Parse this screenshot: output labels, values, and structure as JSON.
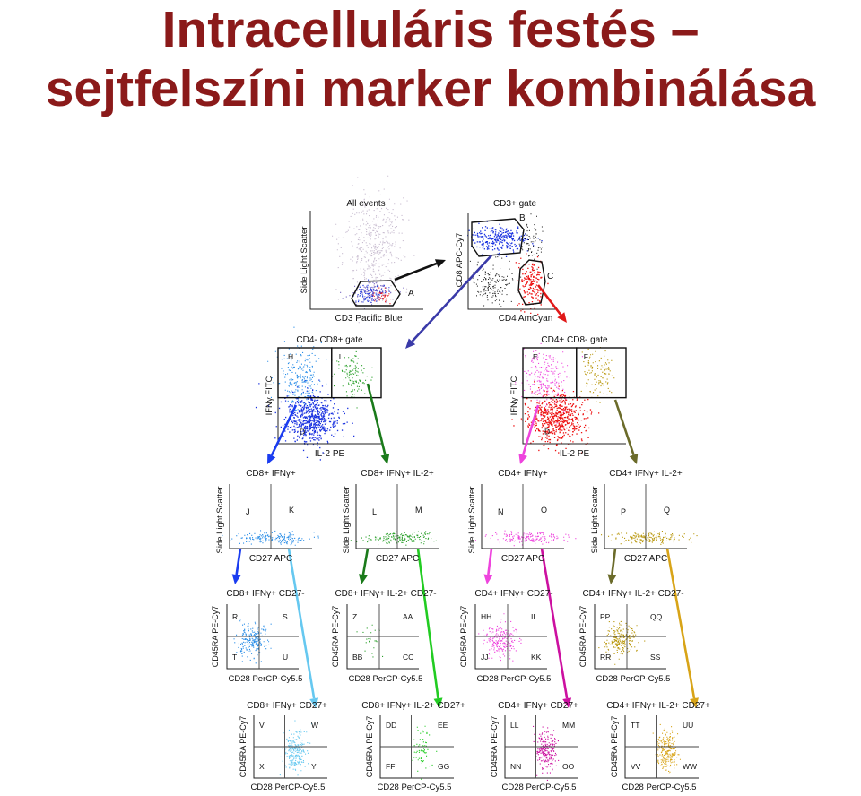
{
  "title": {
    "line1": "Intracelluláris festés –",
    "line2": "sejtfelszíni marker kombinálása"
  },
  "colors": {
    "title": "#8b1a1a",
    "cd8_blue": "#1a32e0",
    "cd8_ifn": "#2a8ee8",
    "cd8_ifn_il2": "#2aa02a",
    "cd4_red": "#ee1111",
    "cd4_ifn": "#ee44dd",
    "cd4_ifn_il2": "#b8960a",
    "light_cyan": "#66c8f0",
    "bright_green": "#22cc22",
    "magenta": "#cc10a0",
    "olive": "#6b6b2a",
    "gold": "#d8a418"
  },
  "panels": {
    "all_events": {
      "title": "All events",
      "ylabel": "Side Light Scatter",
      "xlabel": "CD3 Pacific Blue",
      "gates": [
        "A"
      ]
    },
    "cd3": {
      "title": "CD3+ gate",
      "ylabel": "CD8 APC-Cy7",
      "xlabel": "CD4 AmCyan",
      "gates": [
        "B",
        "C"
      ]
    },
    "cd8": {
      "title": "CD4- CD8+ gate",
      "ylabel": "IFNγ FITC",
      "xlabel": "IL-2 PE",
      "gates": [
        "H",
        "I",
        "D"
      ]
    },
    "cd4": {
      "title": "CD4+ CD8- gate",
      "ylabel": "IFNγ FITC",
      "xlabel": "IL-2 PE",
      "gates": [
        "E",
        "F",
        "D"
      ]
    },
    "r3": [
      {
        "title": "CD8+ IFNγ+",
        "ylabel": "Side Light Scatter",
        "xlabel": "CD27 APC",
        "q": [
          "J",
          "K"
        ]
      },
      {
        "title": "CD8+ IFNγ+ IL-2+",
        "ylabel": "Side Light Scatter",
        "xlabel": "CD27 APC",
        "q": [
          "L",
          "M"
        ]
      },
      {
        "title": "CD4+ IFNγ+",
        "ylabel": "Side Light Scatter",
        "xlabel": "CD27 APC",
        "q": [
          "N",
          "O"
        ]
      },
      {
        "title": "CD4+ IFNγ+ IL-2+",
        "ylabel": "Side Light Scatter",
        "xlabel": "CD27 APC",
        "q": [
          "P",
          "Q"
        ]
      }
    ],
    "r4": [
      {
        "title": "CD8+ IFNγ+ CD27-",
        "ylabel": "CD45RA PE-Cy7",
        "xlabel": "CD28 PerCP-Cy5.5",
        "q": [
          "R",
          "S",
          "T",
          "U"
        ]
      },
      {
        "title": "CD8+ IFNγ+ IL-2+ CD27-",
        "ylabel": "CD45RA PE-Cy7",
        "xlabel": "CD28 PerCP-Cy5.5",
        "q": [
          "Z",
          "AA",
          "BB",
          "CC"
        ]
      },
      {
        "title": "CD4+ IFNγ+ CD27-",
        "ylabel": "CD45RA PE-Cy7",
        "xlabel": "CD28 PerCP-Cy5.5",
        "q": [
          "HH",
          "II",
          "JJ",
          "KK"
        ]
      },
      {
        "title": "CD4+ IFNγ+ IL-2+ CD27-",
        "ylabel": "CD45RA PE-Cy7",
        "xlabel": "CD28 PerCP-Cy5.5",
        "q": [
          "PP",
          "QQ",
          "RR",
          "SS"
        ]
      }
    ],
    "r5": [
      {
        "title": "CD8+ IFNγ+ CD27+",
        "ylabel": "CD45RA PE-Cy7",
        "xlabel": "CD28 PerCP-Cy5.5",
        "q": [
          "V",
          "W",
          "X",
          "Y"
        ]
      },
      {
        "title": "CD8+ IFNγ+ IL-2+ CD27+",
        "ylabel": "CD45RA PE-Cy7",
        "xlabel": "CD28 PerCP-Cy5.5",
        "q": [
          "DD",
          "EE",
          "FF",
          "GG"
        ]
      },
      {
        "title": "CD4+ IFNγ+ CD27+",
        "ylabel": "CD45RA PE-Cy7",
        "xlabel": "CD28 PerCP-Cy5.5",
        "q": [
          "LL",
          "MM",
          "NN",
          "OO"
        ]
      },
      {
        "title": "CD4+ IFNγ+ IL-2+ CD27+",
        "ylabel": "CD45RA PE-Cy7",
        "xlabel": "CD28 PerCP-Cy5.5",
        "q": [
          "TT",
          "UU",
          "VV",
          "WW"
        ]
      }
    ]
  }
}
